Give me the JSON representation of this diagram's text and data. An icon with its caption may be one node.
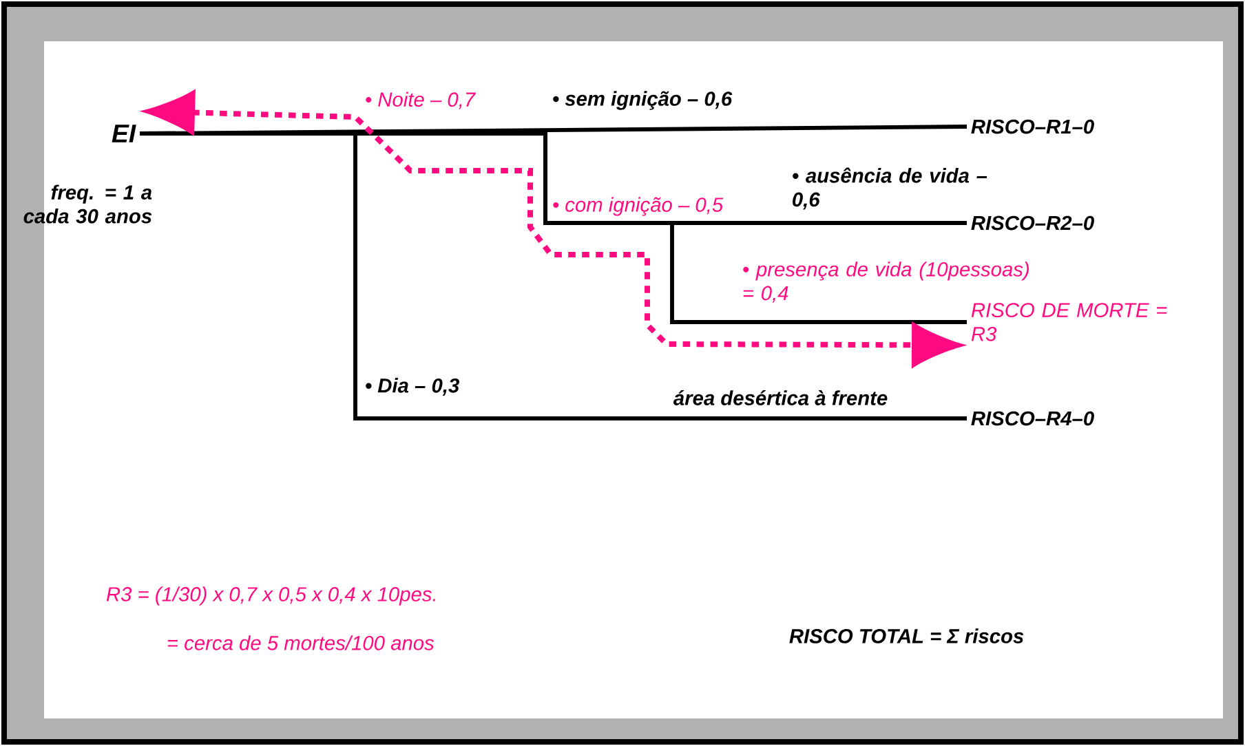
{
  "diagram": {
    "nodes": [
      {
        "text": [
          "EI"
        ],
        "beside": [
          "freq. = 1 a cada 30 anos"
        ]
      },
      {
        "text": [
          "RISCO–R1–0"
        ]
      },
      {
        "text": [
          "RISCO–R2–0"
        ]
      },
      {
        "text": [
          "RISCO DE MORTE = R3"
        ]
      },
      {
        "text": [
          "RISCO–R4–0"
        ]
      }
    ],
    "edges": [
      {
        "from": 0,
        "to": 1,
        "arrow": "none"
      },
      {
        "from": 0,
        "to": 2,
        "arrow": "none"
      },
      {
        "from": 0,
        "to": 3,
        "arrow": "none"
      },
      {
        "from": 0,
        "to": 4,
        "arrow": "none"
      },
      {
        "from": 0,
        "to": 3,
        "arrow": "both",
        "style": "dashed",
        "color": "#ff0a80"
      }
    ],
    "labels": [
      "• Noite – 0,7",
      "• sem ignição – 0,6",
      "• ausência de vida – 0,6",
      "• com ignição – 0,5",
      "• presença de vida (10pessoas) = 0,4",
      "• Dia – 0,3",
      "área desértica à frente",
      "R3 = (1/30) x 0,7 x 0,5 x 0,4 x 10pes.",
      "= cerca de 5 mortes/100 anos",
      "RISCO TOTAL = Σ riscos"
    ]
  }
}
